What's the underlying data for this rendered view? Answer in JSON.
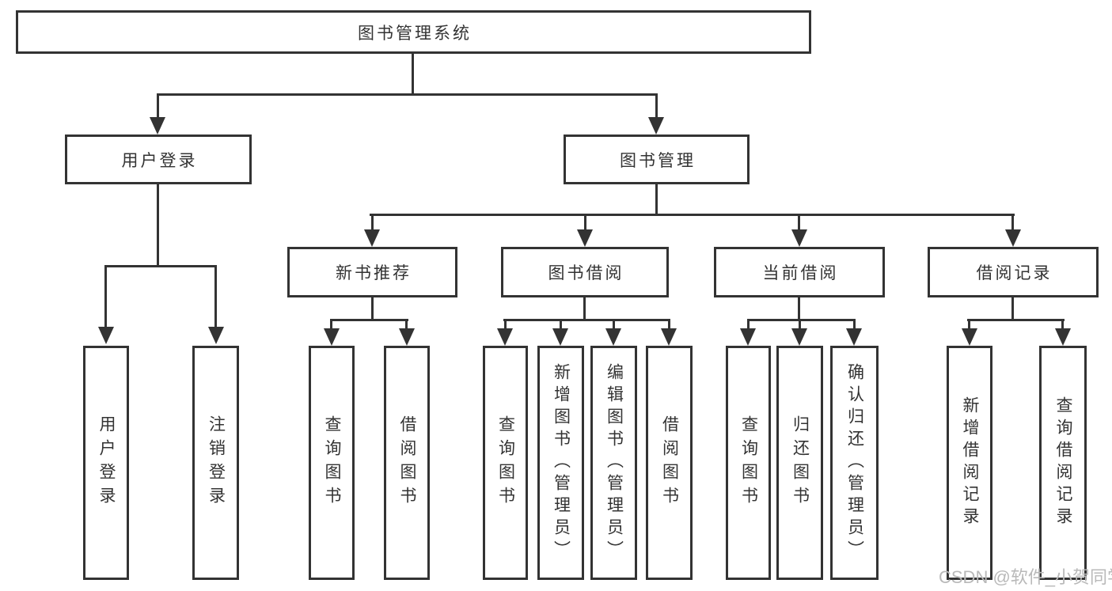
{
  "tree": {
    "root": {
      "label": "图书管理系统"
    },
    "children": [
      {
        "label": "用户登录",
        "children": [
          {
            "label": "用户登录"
          },
          {
            "label": "注销登录"
          }
        ]
      },
      {
        "label": "图书管理",
        "children": [
          {
            "label": "新书推荐",
            "children": [
              {
                "label": "查询图书"
              },
              {
                "label": "借阅图书"
              }
            ]
          },
          {
            "label": "图书借阅",
            "children": [
              {
                "label": "查询图书"
              },
              {
                "label": "新增图书（管理员）"
              },
              {
                "label": "编辑图书（管理员）"
              },
              {
                "label": "借阅图书"
              }
            ]
          },
          {
            "label": "当前借阅",
            "children": [
              {
                "label": "查询图书"
              },
              {
                "label": "归还图书"
              },
              {
                "label": "确认归还（管理员）"
              }
            ]
          },
          {
            "label": "借阅记录",
            "children": [
              {
                "label": "新增借阅记录"
              },
              {
                "label": "查询借阅记录"
              }
            ]
          }
        ]
      }
    ]
  },
  "watermark": {
    "text": "CSDN @软件_小贺同学",
    "color": "#b9b9b9"
  },
  "colors": {
    "line": "#333333",
    "text": "#333333",
    "background": "#ffffff"
  }
}
